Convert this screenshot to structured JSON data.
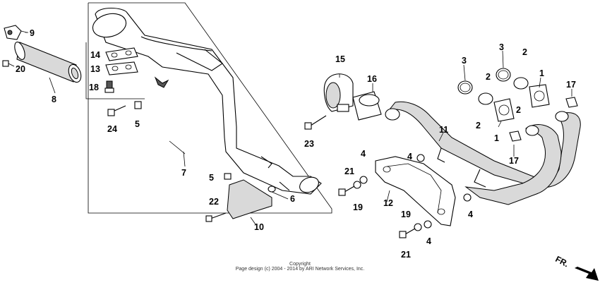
{
  "labels": {
    "p1a": "1",
    "p1b": "1",
    "p2a": "2",
    "p2b": "2",
    "p2c": "2",
    "p2d": "2",
    "p3a": "3",
    "p3b": "3",
    "p4a": "4",
    "p4b": "4",
    "p4c": "4",
    "p4d": "4",
    "p5a": "5",
    "p5b": "5",
    "p6": "6",
    "p7": "7",
    "p8": "8",
    "p9": "9",
    "p10": "10",
    "p11": "11",
    "p12": "12",
    "p13": "13",
    "p14": "14",
    "p15": "15",
    "p16": "16",
    "p17a": "17",
    "p17b": "17",
    "p18": "18",
    "p19a": "19",
    "p19b": "19",
    "p20": "20",
    "p21a": "21",
    "p21b": "21",
    "p22": "22",
    "p23": "23",
    "p24": "24"
  },
  "direction_label": "FR.",
  "copyright": {
    "line1": "Copyright",
    "line2": "Page design (c) 2004 - 2014 by ARI Network Services, Inc."
  }
}
